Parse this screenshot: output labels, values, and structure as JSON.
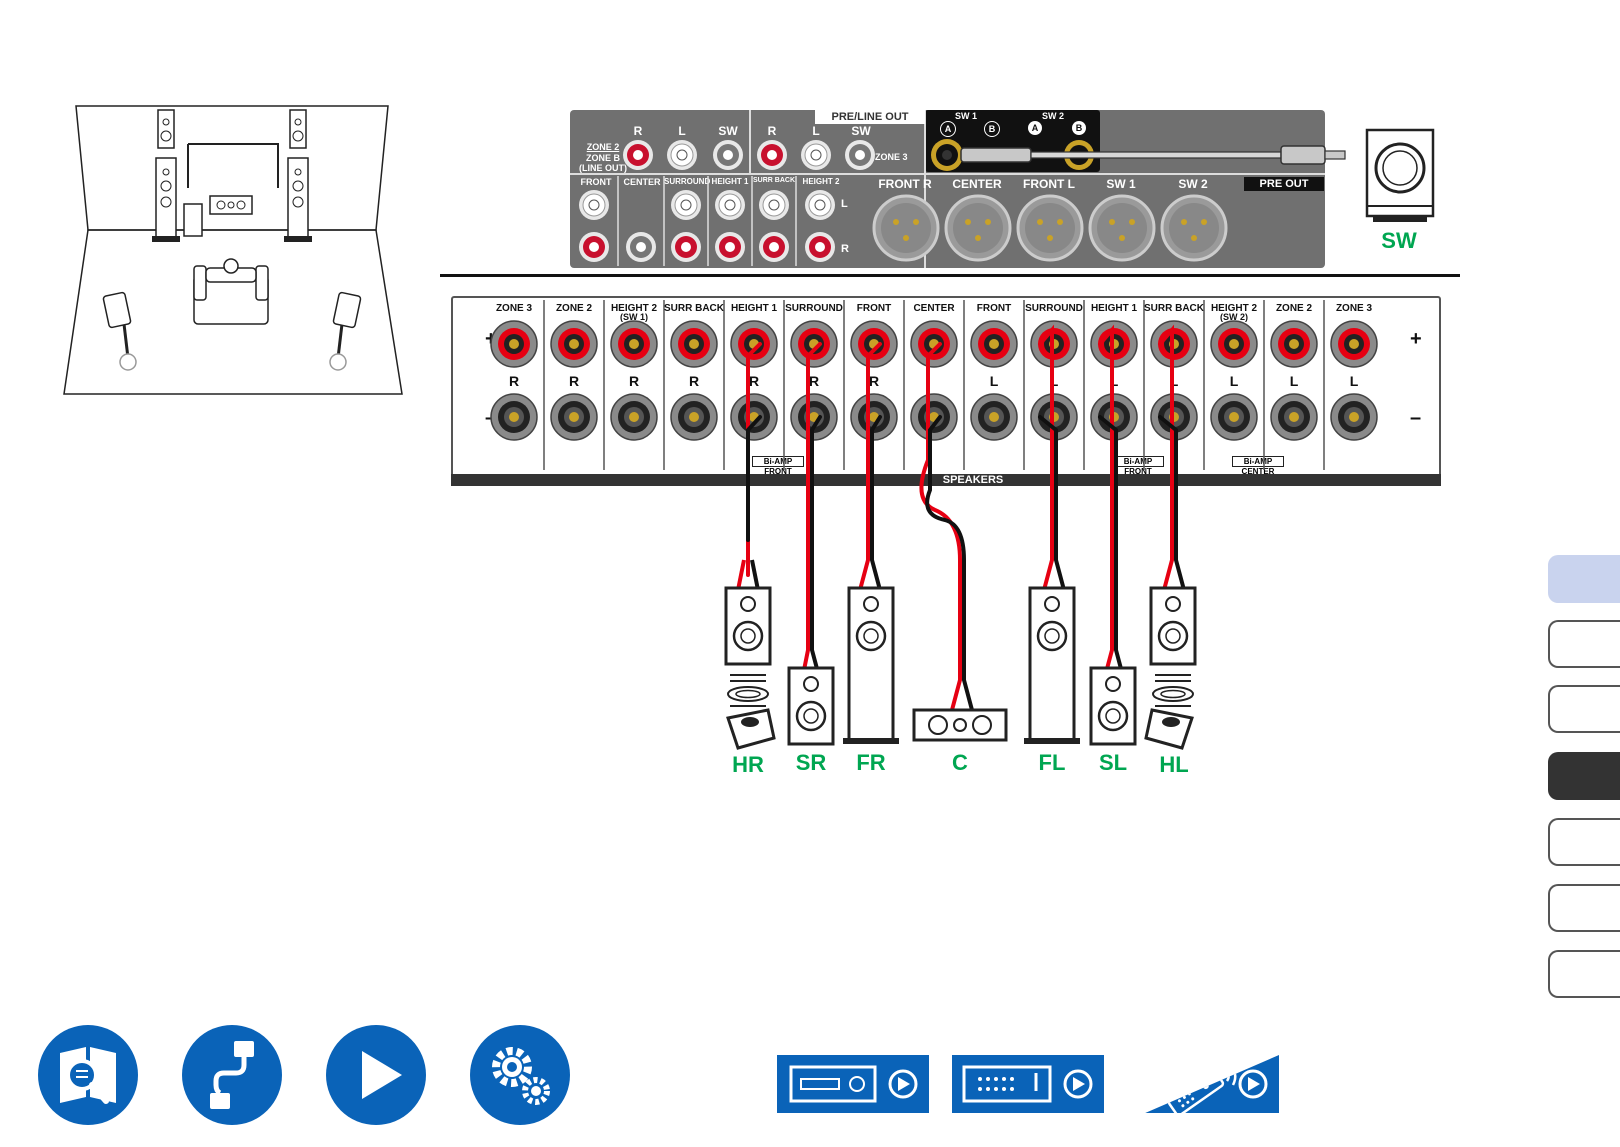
{
  "colors": {
    "accent_blue": "#0a63b8",
    "speaker_label_green": "#00a651",
    "wire_red": "#e60012",
    "panel_gray": "#707070",
    "tab_highlight": "#c9d3ee",
    "tab_active": "#333333"
  },
  "preout_panel": {
    "pre_line_out_label": "PRE/LINE OUT",
    "zone2_label": "ZONE 2",
    "zoneb_label": "ZONE B",
    "line_out_label": "(LINE OUT)",
    "zone3_label": "ZONE 3",
    "top_row_labels": [
      "R",
      "L",
      "SW",
      "R",
      "L",
      "SW"
    ],
    "lower_labels": [
      "FRONT",
      "CENTER",
      "SURROUND",
      "HEIGHT 1",
      "SURR BACK",
      "HEIGHT 2"
    ],
    "l_label": "L",
    "r_label": "R",
    "sw1_label": "SW 1",
    "sw2_label": "SW 2",
    "jack_a": "A",
    "jack_b": "B",
    "xlr_labels": [
      "FRONT R",
      "CENTER",
      "FRONT L",
      "SW 1",
      "SW 2"
    ],
    "pre_out_label": "PRE OUT"
  },
  "subwoofer": {
    "label": "SW"
  },
  "speaker_terminals": {
    "channels": [
      "ZONE 3",
      "ZONE 2",
      "HEIGHT 2",
      "SURR BACK",
      "HEIGHT 1",
      "SURROUND",
      "FRONT",
      "CENTER",
      "FRONT",
      "SURROUND",
      "HEIGHT 1",
      "SURR BACK",
      "HEIGHT 2",
      "ZONE 2",
      "ZONE 3"
    ],
    "sub_notes": [
      "",
      "",
      "(SW 1)",
      "",
      "",
      "",
      "",
      "",
      "",
      "",
      "",
      "",
      "(SW 2)",
      "",
      ""
    ],
    "sides": [
      "R",
      "R",
      "R",
      "R",
      "R",
      "R",
      "R",
      "",
      "L",
      "L",
      "L",
      "L",
      "L",
      "L",
      "L"
    ],
    "plus_label": "+",
    "minus_label": "–",
    "speakers_label": "SPEAKERS",
    "biamp_label": "Bi-AMP",
    "biamp_front": "FRONT",
    "biamp_center": "CENTER"
  },
  "speaker_labels": [
    "HR",
    "SR",
    "FR",
    "C",
    "FL",
    "SL",
    "HL"
  ],
  "side_tabs": {
    "count": 7,
    "highlight_index": 0,
    "active_index": 3
  },
  "nav_buttons": [
    "book-search-icon",
    "cable-connection-icon",
    "play-icon",
    "settings-gears-icon"
  ],
  "device_buttons": [
    "front-panel-device-icon",
    "rear-panel-device-icon",
    "remote-control-icon"
  ]
}
